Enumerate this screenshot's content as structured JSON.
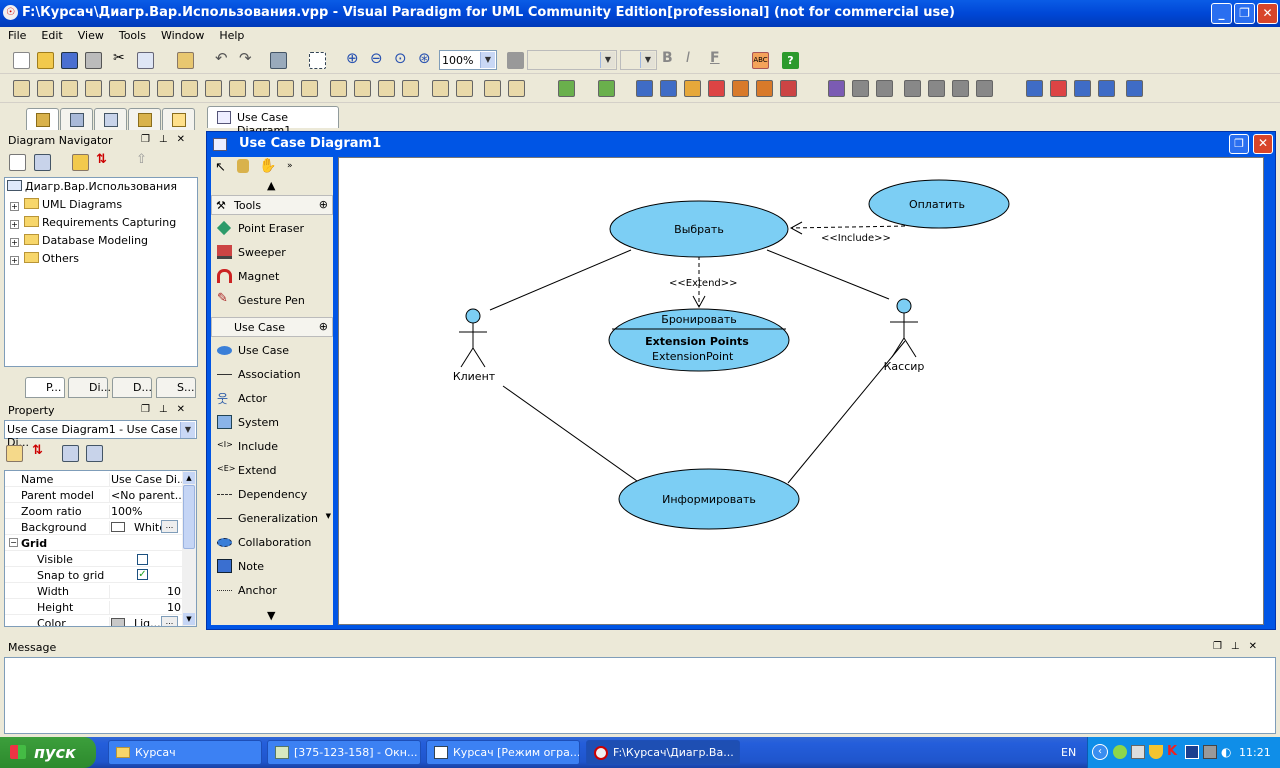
{
  "window": {
    "title": "F:\\Курсач\\Диагр.Вар.Использования.vpp - Visual Paradigm for UML Community Edition[professional] (not for commercial use)"
  },
  "menu": [
    "File",
    "Edit",
    "View",
    "Tools",
    "Window",
    "Help"
  ],
  "toolbar": {
    "zoom": "100%"
  },
  "doc_tab": {
    "label": "Use Case Diagram1"
  },
  "navigator": {
    "title": "Diagram Navigator",
    "root": "Диагр.Вар.Использования",
    "items": [
      "UML Diagrams",
      "Requirements Capturing",
      "Database Modeling",
      "Others"
    ]
  },
  "bottom_tabs": [
    "P...",
    "Di...",
    "D...",
    "S..."
  ],
  "property": {
    "title": "Property",
    "selector": "Use Case Diagram1 - Use Case Di...",
    "rows": [
      {
        "name": "Name",
        "value": "Use Case Di..."
      },
      {
        "name": "Parent model",
        "value": "<No parent..."
      },
      {
        "name": "Zoom ratio",
        "value": "100%"
      },
      {
        "name": "Background",
        "value": "White"
      }
    ],
    "grid_group": "Grid",
    "grid_rows": [
      {
        "name": "Visible",
        "value": ""
      },
      {
        "name": "Snap to grid",
        "value": ""
      },
      {
        "name": "Width",
        "value": "10"
      },
      {
        "name": "Height",
        "value": "10"
      },
      {
        "name": "Color",
        "value": "Lig..."
      }
    ]
  },
  "diagram_window": {
    "title": "Use Case Diagram1"
  },
  "palette": {
    "tools_group": "Tools",
    "tools": [
      "Point Eraser",
      "Sweeper",
      "Magnet",
      "Gesture Pen"
    ],
    "usecase_group": "Use Case",
    "usecase_items": [
      "Use Case",
      "Association",
      "Actor",
      "System",
      "Include",
      "Extend",
      "Dependency",
      "Generalization",
      "Collaboration",
      "Note",
      "Anchor"
    ]
  },
  "diagram": {
    "usecases": {
      "choose": "Выбрать",
      "pay": "Оплатить",
      "inform": "Информировать",
      "book": "Бронировать"
    },
    "ext_points_title": "Extension Points",
    "ext_point": "ExtensionPoint",
    "actors": {
      "client": "Клиент",
      "cashier": "Кассир"
    },
    "include_label": "<<Include>>",
    "extend_label": "<<Extend>>"
  },
  "message": {
    "title": "Message"
  },
  "taskbar": {
    "start": "пуск",
    "tasks": [
      "Курсач",
      "[375-123-158] - Окн...",
      "Курсач [Режим огра...",
      "F:\\Курсач\\Диагр.Ва..."
    ],
    "lang": "EN",
    "clock": "11:21"
  }
}
